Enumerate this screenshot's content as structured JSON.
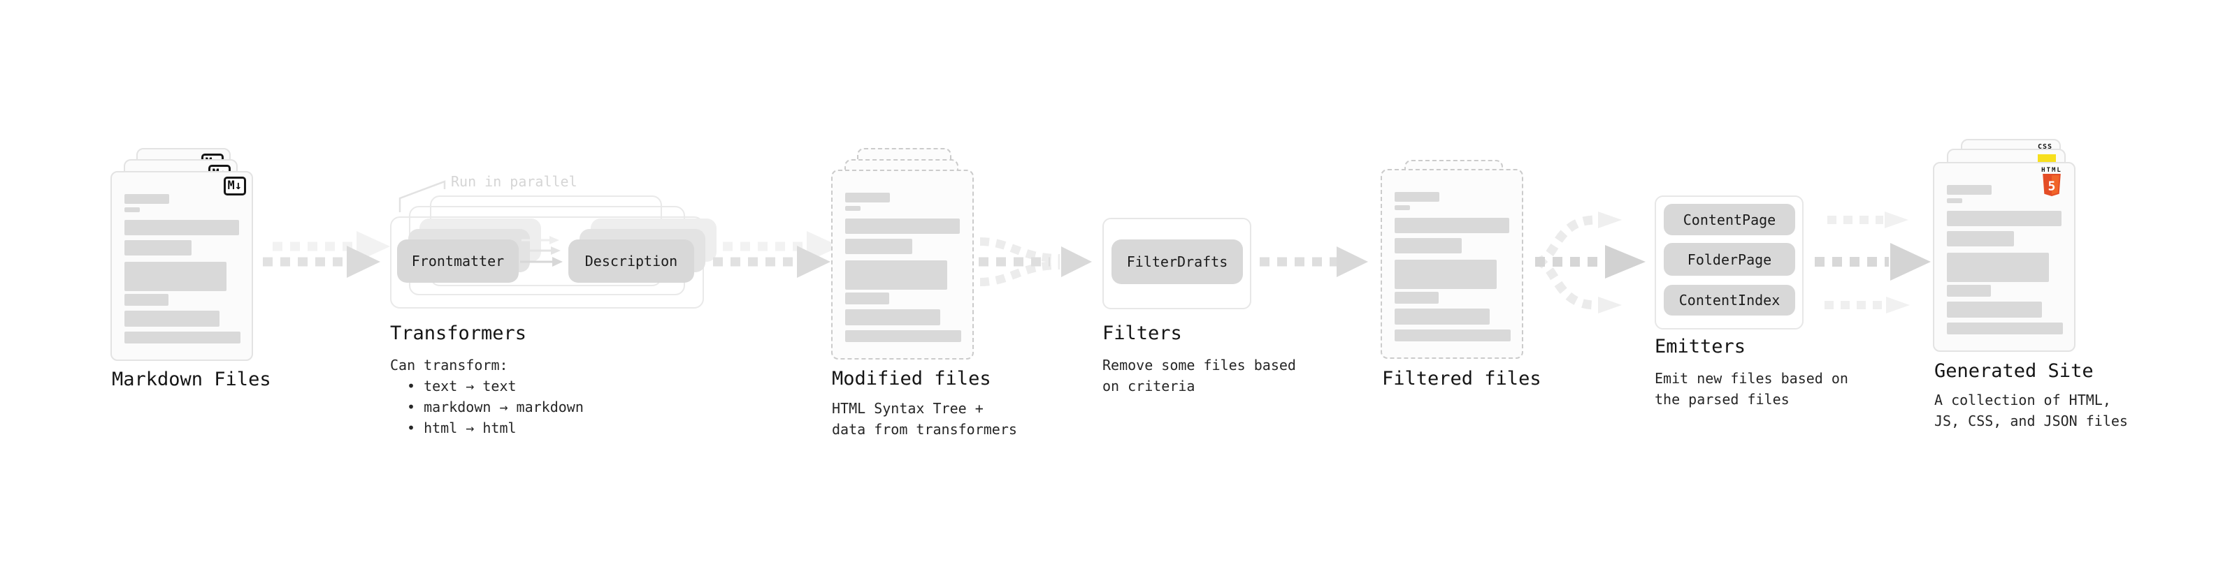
{
  "nodes": {
    "markdown_files": {
      "title": "Markdown Files",
      "badge": "M↓"
    },
    "transformers": {
      "title": "Transformers",
      "annotation": "Run in parallel",
      "pill_frontmatter": "Frontmatter",
      "pill_description": "Description",
      "body": [
        "Can transform:",
        "• text → text",
        "• markdown → markdown",
        "• html → html"
      ]
    },
    "modified_files": {
      "title": "Modified files",
      "subtitle": "HTML Syntax Tree +\ndata from transformers"
    },
    "filters": {
      "title": "Filters",
      "pill": "FilterDrafts",
      "subtitle": "Remove some files based\non criteria"
    },
    "filtered_files": {
      "title": "Filtered files"
    },
    "emitters": {
      "title": "Emitters",
      "pills": [
        "ContentPage",
        "FolderPage",
        "ContentIndex"
      ],
      "subtitle": "Emit new files based on\nthe parsed files"
    },
    "generated_site": {
      "title": "Generated Site",
      "subtitle": "A collection of HTML,\nJS, CSS, and JSON files",
      "html_badge_label": "HTML",
      "html_badge_number": "5",
      "css_badge": "CSS"
    }
  },
  "colors": {
    "pill_gray": "#d8d8d8",
    "placeholder_gray": "#d9d9d9",
    "html5_orange": "#e44d26",
    "html5_orange_light": "#f16529",
    "js_yellow": "#f7df1e",
    "css_blue": "#2965f1"
  }
}
